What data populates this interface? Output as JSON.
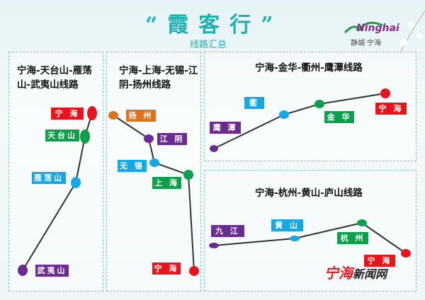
{
  "header": {
    "title": "“霞客行”",
    "subtitle": "线路汇总",
    "logo_text": "Ninghai",
    "logo_caption": "静城·宁海"
  },
  "watermark": {
    "part1": "宁海",
    "part2": "新闻网"
  },
  "colors": {
    "red": "#e8141b",
    "green": "#0aa14a",
    "blue": "#15a8e6",
    "purple": "#6a2c91",
    "orange": "#e0701a",
    "line": "#333333"
  },
  "routes": [
    {
      "title": "宁海-天台山-雁荡山-武夷山线路",
      "stops": [
        {
          "name": "宁 海",
          "color": "red"
        },
        {
          "name": "天台山",
          "color": "green"
        },
        {
          "name": "雁荡山",
          "color": "blue"
        },
        {
          "name": "武夷山",
          "color": "purple"
        }
      ]
    },
    {
      "title": "宁海-上海-无锡-江阴-扬州线路",
      "stops": [
        {
          "name": "扬 州",
          "color": "orange"
        },
        {
          "name": "江 阴",
          "color": "purple"
        },
        {
          "name": "无 锡",
          "color": "blue"
        },
        {
          "name": "上 海",
          "color": "green"
        },
        {
          "name": "宁 海",
          "color": "red"
        }
      ]
    },
    {
      "title": "宁海-金华-衢州-鹰潭线路",
      "stops": [
        {
          "name": "鹰 潭",
          "color": "purple"
        },
        {
          "name": "衢 州",
          "color": "blue"
        },
        {
          "name": "金 华",
          "color": "green"
        },
        {
          "name": "宁 海",
          "color": "red"
        }
      ]
    },
    {
      "title": "宁海-杭州-黄山-庐山线路",
      "stops": [
        {
          "name": "九 江",
          "color": "purple"
        },
        {
          "name": "黄 山",
          "color": "blue"
        },
        {
          "name": "杭 州",
          "color": "green"
        },
        {
          "name": "宁 海",
          "color": "red"
        }
      ]
    }
  ]
}
